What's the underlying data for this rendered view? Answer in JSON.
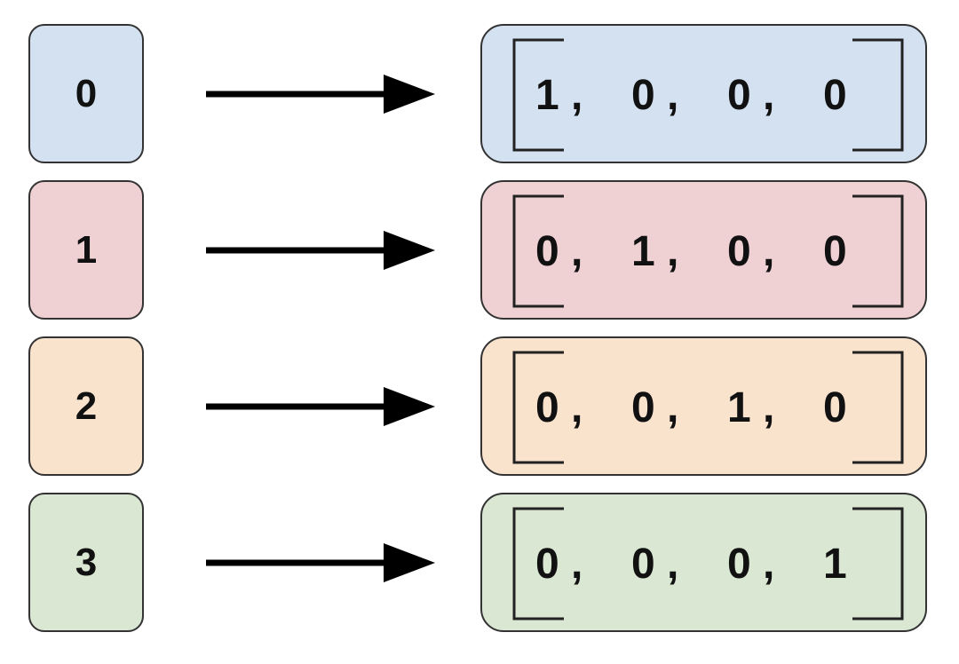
{
  "rows": [
    {
      "index": "0",
      "vector": [
        "1",
        "0",
        "0",
        "0"
      ],
      "color": "#d4e1f1"
    },
    {
      "index": "1",
      "vector": [
        "0",
        "1",
        "0",
        "0"
      ],
      "color": "#efd0d3"
    },
    {
      "index": "2",
      "vector": [
        "0",
        "0",
        "1",
        "0"
      ],
      "color": "#fae3cd"
    },
    {
      "index": "3",
      "vector": [
        "0",
        "0",
        "0",
        "1"
      ],
      "color": "#d9e7d3"
    }
  ],
  "comma": ","
}
